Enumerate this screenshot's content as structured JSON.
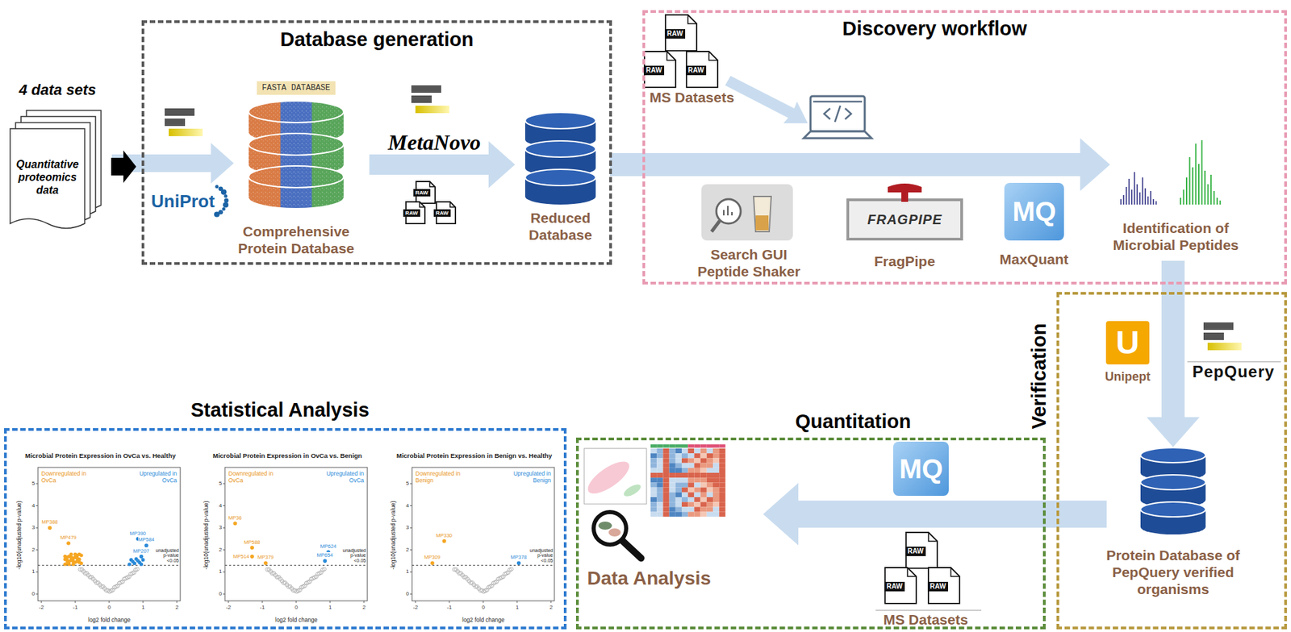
{
  "diagram": {
    "nodes": [
      {
        "text": [
          "4 data sets",
          "Quantitative proteomics data"
        ]
      },
      {
        "text": [
          "Database generation"
        ]
      },
      {
        "text": [
          "FASTA DATABASE",
          "Comprehensive Protein Database"
        ],
        "in": 1
      },
      {
        "text": [
          "Reduced Database"
        ],
        "in": 1
      },
      {
        "text": [
          "Discovery workflow"
        ]
      },
      {
        "text": [
          "MS Datasets"
        ],
        "in": 4
      },
      {
        "text": [
          "Search GUI Peptide Shaker"
        ],
        "in": 4
      },
      {
        "text": [
          "FRAGPIPE",
          "FragPipe"
        ],
        "in": 4
      },
      {
        "text": [
          "MQ",
          "MaxQuant"
        ],
        "in": 4
      },
      {
        "text": [
          "Identification of Microbial Peptides"
        ],
        "in": 4
      },
      {
        "text": [
          "Verification"
        ]
      },
      {
        "text": [
          "U",
          "Unipept"
        ],
        "in": 10
      },
      {
        "text": [
          "PepQuery"
        ],
        "in": 10
      },
      {
        "text": [
          "Protein Database of PepQuery verified organisms"
        ],
        "in": 10
      },
      {
        "text": [
          "Quantitation"
        ]
      },
      {
        "text": [
          "MS Datasets"
        ],
        "in": 14
      },
      {
        "text": [
          "Data Analysis"
        ],
        "in": 14
      },
      {
        "text": [
          "Statistical Analysis"
        ]
      },
      {
        "text": [
          "Microbial Protein Expression in OvCa vs. Healthy"
        ],
        "in": 17
      },
      {
        "text": [
          "Microbial Protein Expression in OvCa vs. Benign"
        ],
        "in": 17
      },
      {
        "text": [
          "Microbial Protein Expression in Benign vs. Healthy"
        ],
        "in": 17
      }
    ],
    "edges": [
      {
        "from": 0,
        "to": 2,
        "label": "UniProt",
        "arrow": "to"
      },
      {
        "from": 2,
        "to": 3,
        "label": "MetaNovo",
        "arrow": "to"
      },
      {
        "from": 3,
        "to": 9,
        "arrow": "to"
      },
      {
        "from": 9,
        "to": 13,
        "arrow": "to"
      },
      {
        "from": 13,
        "to": 16,
        "arrow": "to"
      }
    ],
    "labels": [
      "RAW",
      "RAW",
      "RAW",
      "RAW",
      "RAW",
      "RAW",
      "MQ",
      "RAW",
      "RAW",
      "RAW",
      "0",
      "1",
      "2",
      "3",
      "4",
      "5",
      "-2",
      "-1",
      "0",
      "1",
      "2",
      "-log10(unadjusted p-value)",
      "log2 fold change",
      "Downregulated in OvCa",
      "Upregulated in OvCa",
      "unadjusted p-value <0.05",
      "MP388",
      "MP479",
      "MP390",
      "MP584",
      "MP207",
      "0",
      "1",
      "2",
      "3",
      "4",
      "5",
      "-2",
      "-1",
      "0",
      "1",
      "2",
      "-log10(unadjusted p-value)",
      "log2 fold change",
      "Downregulated in OvCa",
      "Upregulated in OvCa",
      "unadjusted p-value <0.05",
      "MP36",
      "MP588",
      "MP514",
      "MP379",
      "MP624",
      "MP654",
      "0",
      "1",
      "2",
      "3",
      "4",
      "5",
      "-2",
      "-1",
      "0",
      "1",
      "2",
      "-log10(unadjusted p-value)",
      "log2 fold change",
      "Downregulated in Benign",
      "Upregulated in Benign",
      "unadjusted p-value <0.05",
      "MP330",
      "MP309",
      "MP378"
    ]
  }
}
